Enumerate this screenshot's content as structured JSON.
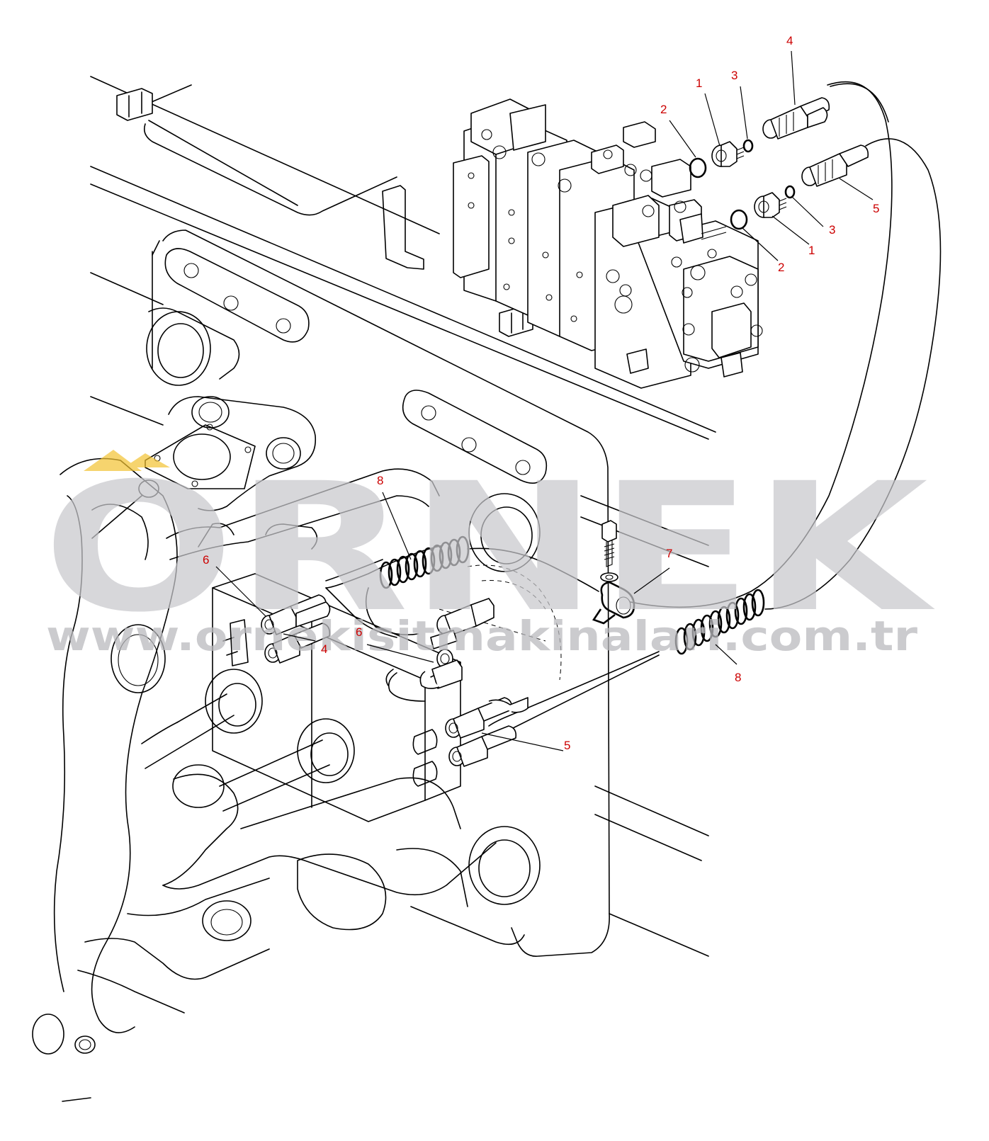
{
  "watermark": {
    "brand": "ORNEK",
    "website": "www.ornekisitmakinalari.com.tr",
    "accent_color": "#f2c230",
    "text_color": "#c8c8cc"
  },
  "callouts": {
    "c1a": "1",
    "c1b": "1",
    "c2a": "2",
    "c2b": "2",
    "c3a": "3",
    "c3b": "3",
    "c4a": "4",
    "c4b": "4",
    "c5a": "5",
    "c5b": "5",
    "c6a": "6",
    "c6b": "6",
    "c7": "7",
    "c8a": "8",
    "c8b": "8"
  },
  "colors": {
    "callout": "#cc0000",
    "line": "#000000"
  }
}
